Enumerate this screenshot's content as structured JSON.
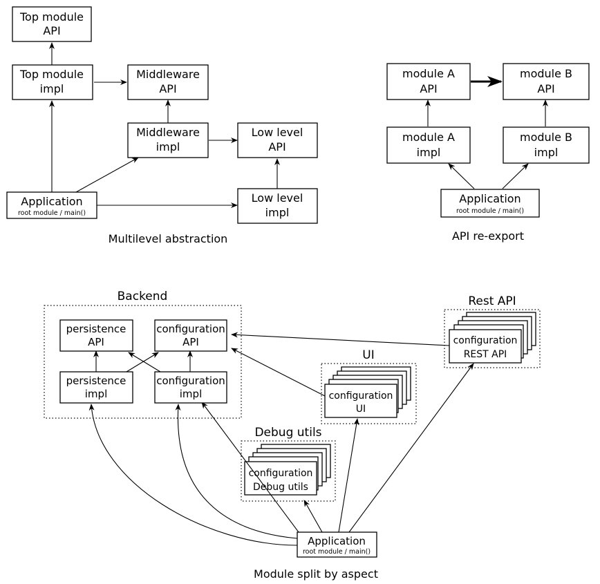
{
  "multilevel": {
    "caption": "Multilevel abstraction",
    "top_api": [
      "Top module",
      "API"
    ],
    "top_impl": [
      "Top module",
      "impl"
    ],
    "mid_api": [
      "Middleware",
      "API"
    ],
    "mid_impl": [
      "Middleware",
      "impl"
    ],
    "low_api": [
      "Low level",
      "API"
    ],
    "low_impl": [
      "Low level",
      "impl"
    ],
    "app": [
      "Application",
      "root module / main()"
    ]
  },
  "reexport": {
    "caption": "API re-export",
    "a_api": [
      "module A",
      "API"
    ],
    "b_api": [
      "module B",
      "API"
    ],
    "a_impl": [
      "module A",
      "impl"
    ],
    "b_impl": [
      "module B",
      "impl"
    ],
    "app": [
      "Application",
      "root module / main()"
    ]
  },
  "split": {
    "caption": "Module split by aspect",
    "backend": {
      "label": "Backend",
      "persistence_api": [
        "persistence",
        "API"
      ],
      "configuration_api": [
        "configuration",
        "API"
      ],
      "persistence_impl": [
        "persistence",
        "impl"
      ],
      "configuration_impl": [
        "configuration",
        "impl"
      ]
    },
    "rest": {
      "label": "Rest API",
      "box": [
        "configuration",
        "REST API"
      ]
    },
    "ui": {
      "label": "UI",
      "box": [
        "configuration",
        "UI"
      ]
    },
    "debug": {
      "label": "Debug utils",
      "box": [
        "configuration",
        "Debug utils"
      ]
    },
    "app": [
      "Application",
      "root module / main()"
    ]
  }
}
